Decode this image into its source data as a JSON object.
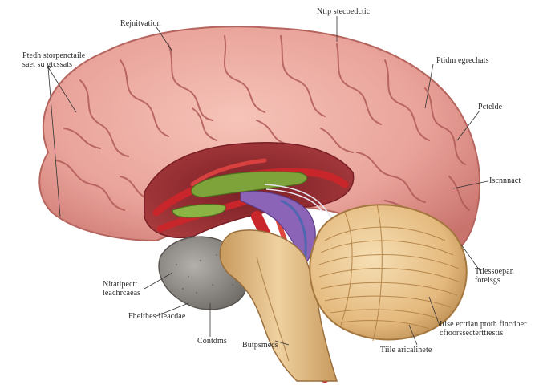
{
  "labels": {
    "top_center": "Rejnitvation",
    "top_right_top": "Ntip stecoedctic",
    "top_left_multi": "Ptedh storpenctaile\nsaet su gtcssats",
    "right_upper": "Ptidm egrechats",
    "right_middle": "Pctelde",
    "right_mid_lower": "Iscnnnact",
    "right_lower": "Ttiessoepan\nfotelsgs",
    "left_lower_multi": "Nitatipectt\nleachrcaeas",
    "bottom_left": "Fheithes Ileacdae",
    "bottom_center_left": "Contdms",
    "bottom_center": "Butpsmecs",
    "bottom_right_multi": "Itise ectrian ptoth fincdoer\ncfioorssecterttiestis",
    "bottom_right": "Tiile aricalinete"
  },
  "colors": {
    "cortex": "#e9a39a",
    "cortex_shadow": "#c9736d",
    "cerebellum": "#e8c48f",
    "brainstem": "#dfbd86",
    "artery_red": "#c9262c",
    "green_structure": "#7ea33a",
    "purple_vessel": "#8b64b8",
    "gray_mass": "#8e8a86"
  }
}
